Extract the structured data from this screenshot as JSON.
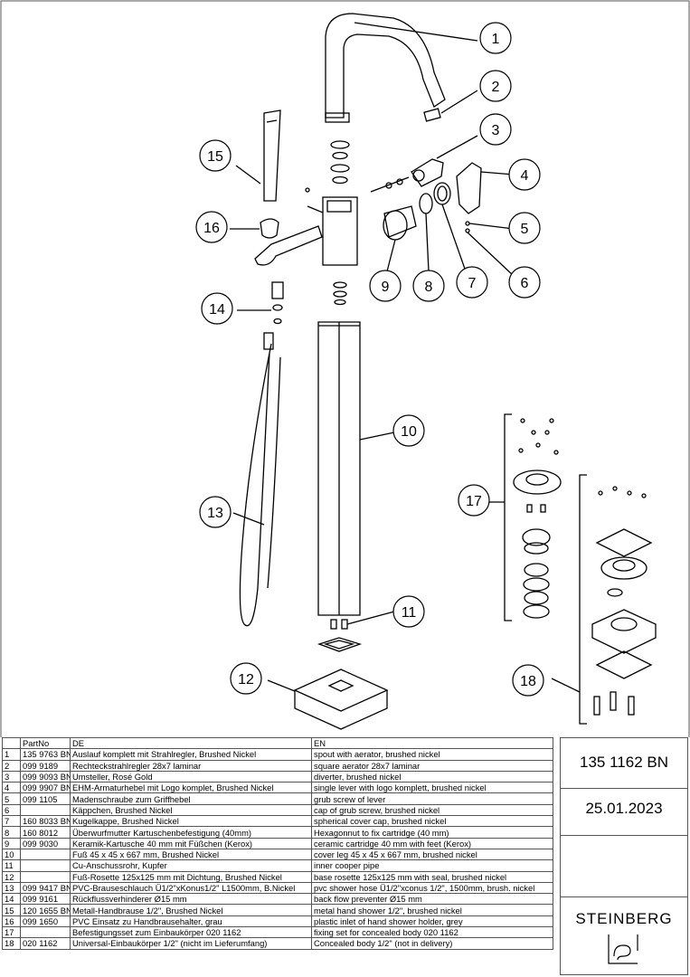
{
  "callouts": [
    "1",
    "2",
    "3",
    "4",
    "5",
    "6",
    "7",
    "8",
    "9",
    "10",
    "11",
    "12",
    "13",
    "14",
    "15",
    "16",
    "17",
    "18"
  ],
  "table": {
    "headers": [
      "",
      "PartNo",
      "DE",
      "EN"
    ],
    "rows": [
      [
        "1",
        "135 9763 BN",
        "Auslauf komplett mit Strahlregler, Brushed Nickel",
        "spout with aerator, brushed nickel"
      ],
      [
        "2",
        "099 9189",
        "Rechteckstrahlregler 28x7 laminar",
        "square aerator 28x7 laminar"
      ],
      [
        "3",
        "099 9093 BN",
        "Umsteller, Rosé Gold",
        "diverter, brushed nickel"
      ],
      [
        "4",
        "099 9907 BN",
        "EHM-Armaturhebel mit Logo komplet, Brushed Nickel",
        "single lever with logo komplett, brushed nickel"
      ],
      [
        "5",
        "099 1105",
        "Madenschraube zum Griffhebel",
        "grub screw of lever"
      ],
      [
        "6",
        "",
        "Käppchen, Brushed Nickel",
        "cap of grub screw, brushed nickel"
      ],
      [
        "7",
        "160 8033 BN",
        "Kugelkappe, Brushed Nickel",
        "spherical cover cap, brushed nickel"
      ],
      [
        "8",
        "160 8012",
        "Überwurfmutter Kartuschenbefestigung (40mm)",
        "Hexagonnut to fix cartridge (40 mm)"
      ],
      [
        "9",
        "099 9030",
        "Keramik-Kartusche 40 mm mit Füßchen (Kerox)",
        "ceramic cartridge 40 mm with feet (Kerox)"
      ],
      [
        "10",
        "",
        "Fuß 45 x 45 x 667 mm, Brushed Nickel",
        "cover leg 45 x 45 x 667 mm, brushed nickel"
      ],
      [
        "11",
        "",
        "Cu-Anschussrohr, Kupfer",
        "inner cooper pipe"
      ],
      [
        "12",
        "",
        "Fuß-Rosette 125x125 mm mit Dichtung, Brushed Nickel",
        "base rosette 125x125 mm with seal, brushed nickel"
      ],
      [
        "13",
        "099 9417 BN",
        "PVC-Brauseschlauch Ü1/2\"xKonus1/2\" L1500mm, B.Nickel",
        "pvc shower hose Ü1/2\"xconus 1/2\", 1500mm, brush. nickel"
      ],
      [
        "14",
        "099 9161",
        "Rückflussverhinderer Ø15 mm",
        "back flow preventer Ø15 mm"
      ],
      [
        "15",
        "120 1655 BN",
        "Metall-Handbrause 1/2\", Brushed Nickel",
        "metal hand shower 1/2\", brushed nickel"
      ],
      [
        "16",
        "099 1650",
        "PVC Einsatz zu Handbrausehalter, grau",
        "plastic inlet of hand shower holder, grey"
      ],
      [
        "17",
        "",
        "Befestigungsset zum Einbaukörper 020 1162",
        "fixing set for concealed body 020 1162"
      ],
      [
        "18",
        "020 1162",
        "Universal-Einbaukörper 1/2\" (nicht im Lieferumfang)",
        "Concealed body 1/2\" (not in delivery)"
      ]
    ]
  },
  "info": {
    "article_number": "135 1162 BN",
    "date": "25.01.2023",
    "brand": "STEINBERG"
  },
  "colors": {
    "line": "#000000",
    "border": "#555555",
    "fill": "#ffffff"
  }
}
